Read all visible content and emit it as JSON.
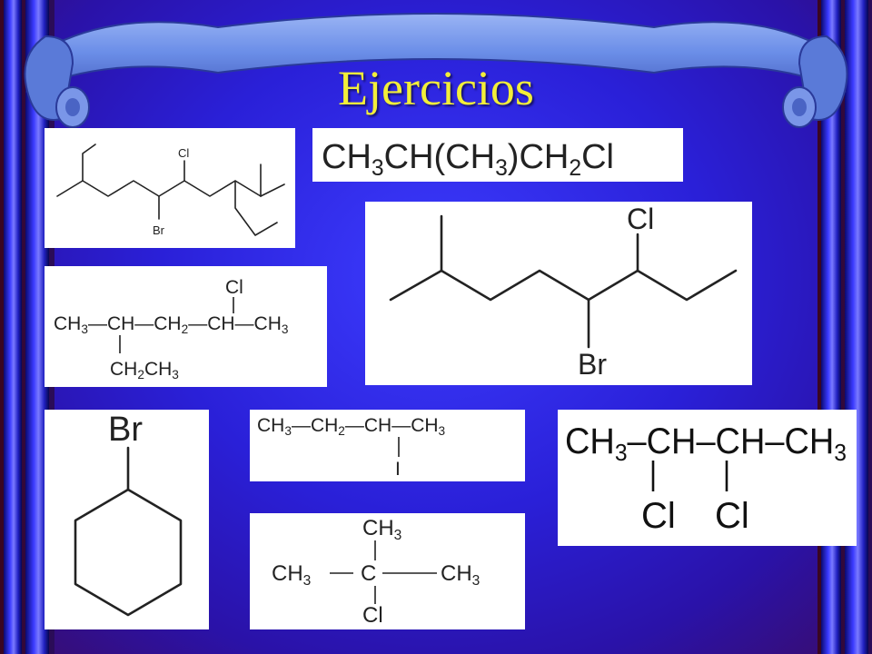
{
  "slide": {
    "title": "Ejercicios"
  },
  "colors": {
    "background": "#2a20d8",
    "title": "#f2ee3a",
    "banner": "#6b8ee8",
    "columns": "#1a1aa8",
    "panel": "#ffffff",
    "ink": "#222222"
  },
  "exercises": [
    {
      "id": "skeletal-chloro-bromo-alkane",
      "kind": "skeletal",
      "labels": {
        "cl": "Cl",
        "br": "Br"
      }
    },
    {
      "id": "condensed-formula-top",
      "kind": "condensed",
      "tokens": [
        {
          "t": "CH"
        },
        {
          "t": "3",
          "sub": true
        },
        {
          "t": "CH(CH"
        },
        {
          "t": "3",
          "sub": true
        },
        {
          "t": ")CH"
        },
        {
          "t": "2",
          "sub": true
        },
        {
          "t": "Cl"
        }
      ]
    },
    {
      "id": "skeletal-bromo-chloro-octane",
      "kind": "skeletal",
      "labels": {
        "cl": "Cl",
        "br": "Br"
      }
    },
    {
      "id": "structural-chloro-ethyl-pentane",
      "kind": "structural",
      "main_chain": [
        {
          "t": "CH"
        },
        {
          "t": "3",
          "sub": true
        },
        {
          "t": "—CH—CH"
        },
        {
          "t": "2",
          "sub": true
        },
        {
          "t": "—CH—CH"
        },
        {
          "t": "3",
          "sub": true
        }
      ],
      "top": "Cl",
      "bottom": [
        {
          "t": "CH"
        },
        {
          "t": "2",
          "sub": true
        },
        {
          "t": "CH"
        },
        {
          "t": "3",
          "sub": true
        }
      ]
    },
    {
      "id": "bromocyclohexane",
      "kind": "skeletal",
      "labels": {
        "br": "Br"
      }
    },
    {
      "id": "structural-iodo-butane",
      "kind": "structural",
      "main_chain": [
        {
          "t": "CH"
        },
        {
          "t": "3",
          "sub": true
        },
        {
          "t": "—CH"
        },
        {
          "t": "2",
          "sub": true
        },
        {
          "t": "—CH—CH"
        },
        {
          "t": "3",
          "sub": true
        }
      ],
      "bottom": "I"
    },
    {
      "id": "structural-dichloro-butane",
      "kind": "structural",
      "main_chain": [
        {
          "t": "CH"
        },
        {
          "t": "3",
          "sub": true
        },
        {
          "t": "–CH–CH–CH"
        },
        {
          "t": "3",
          "sub": true
        }
      ],
      "bottom_left": "Cl",
      "bottom_right": "Cl"
    },
    {
      "id": "structural-chloro-dimethyl",
      "kind": "structural",
      "top": [
        {
          "t": "CH"
        },
        {
          "t": "3",
          "sub": true
        }
      ],
      "left": [
        {
          "t": "CH"
        },
        {
          "t": "3",
          "sub": true
        }
      ],
      "center": "C",
      "right": [
        {
          "t": "CH"
        },
        {
          "t": "3",
          "sub": true
        }
      ],
      "bottom": "Cl"
    }
  ]
}
